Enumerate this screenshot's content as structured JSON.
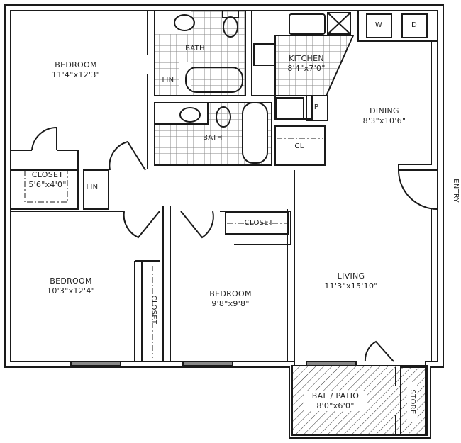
{
  "plan": {
    "type": "apartment floor plan",
    "rooms": [
      {
        "id": "bedroom1",
        "name": "BEDROOM",
        "dimensions": "11'4\"x12'3\""
      },
      {
        "id": "closet1",
        "name": "CLOSET",
        "dimensions": "5'6\"x4'0\""
      },
      {
        "id": "lin1",
        "name": "LIN"
      },
      {
        "id": "lin2",
        "name": "LIN"
      },
      {
        "id": "bath1",
        "name": "BATH"
      },
      {
        "id": "bath2",
        "name": "BATH"
      },
      {
        "id": "kitchen",
        "name": "KITCHEN",
        "dimensions": "8'4\"x7'0\""
      },
      {
        "id": "pantry",
        "name": "P"
      },
      {
        "id": "cl",
        "name": "CL"
      },
      {
        "id": "washer",
        "name": "W"
      },
      {
        "id": "dryer",
        "name": "D"
      },
      {
        "id": "dining",
        "name": "DINING",
        "dimensions": "8'3\"x10'6\""
      },
      {
        "id": "entry",
        "name": "ENTRY"
      },
      {
        "id": "bedroom2",
        "name": "BEDROOM",
        "dimensions": "10'3\"x12'4\""
      },
      {
        "id": "closet2",
        "name": "CLOSET"
      },
      {
        "id": "bedroom3",
        "name": "BEDROOM",
        "dimensions": "9'8\"x9'8\""
      },
      {
        "id": "closet3",
        "name": "CLOSET"
      },
      {
        "id": "living",
        "name": "LIVING",
        "dimensions": "11'3\"x15'10\""
      },
      {
        "id": "patio",
        "name": "BAL / PATIO",
        "dimensions": "8'0\"x6'0\""
      },
      {
        "id": "store",
        "name": "STORE"
      }
    ]
  },
  "colors": {
    "wall": "#1a1a1a",
    "tile": "#9a9a9a",
    "background": "#ffffff",
    "text": "#222222"
  }
}
